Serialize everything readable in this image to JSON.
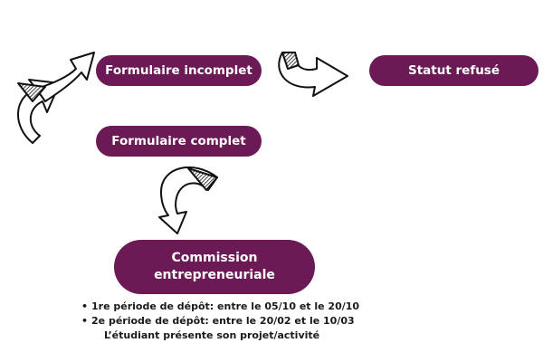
{
  "nodes": {
    "formulaire_incomplet": "Formulaire incomplet",
    "statut_refuse": "Statut refusé",
    "formulaire_complet": "Formulaire complet",
    "commission_line1": "Commission",
    "commission_line2": "entrepreneuriale"
  },
  "notes": {
    "bullet1": "1re période de dépôt: entre le 05/10 et le 20/10",
    "bullet2": "2e période de dépôt: entre le 20/02 et le 10/03",
    "line3": "L’étudiant  présente son projet/activité"
  },
  "colors": {
    "pill": "#6b1a55",
    "arrow_stroke": "#111111",
    "arrow_fill": "#ffffff"
  },
  "icons": [
    "curved-arrow-icon"
  ]
}
